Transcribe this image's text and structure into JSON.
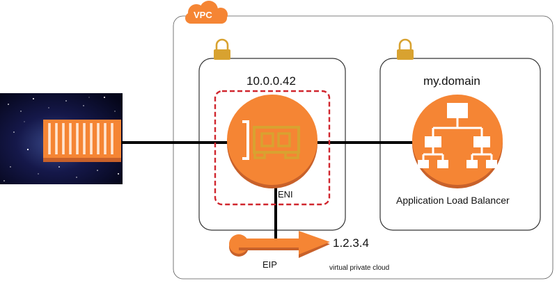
{
  "vpc": {
    "badge": "VPC",
    "caption": "virtual private cloud"
  },
  "subnet_left": {
    "ip": "10.0.0.42",
    "eni_label": "ENI"
  },
  "subnet_right": {
    "domain": "my.domain",
    "alb_label": "Application Load Balancer"
  },
  "eip": {
    "label": "EIP",
    "address": "1.2.3.4"
  },
  "colors": {
    "orange": "#f58534",
    "dark_orange": "#c8612a",
    "red_dash": "#d0262e",
    "lock": "#d8a230",
    "box_stroke": "#333333"
  },
  "icons": [
    "container-icon",
    "lock-icon",
    "network-card-icon",
    "load-balancer-icon",
    "eip-arrow-icon",
    "cloud-icon",
    "starfield-image"
  ]
}
